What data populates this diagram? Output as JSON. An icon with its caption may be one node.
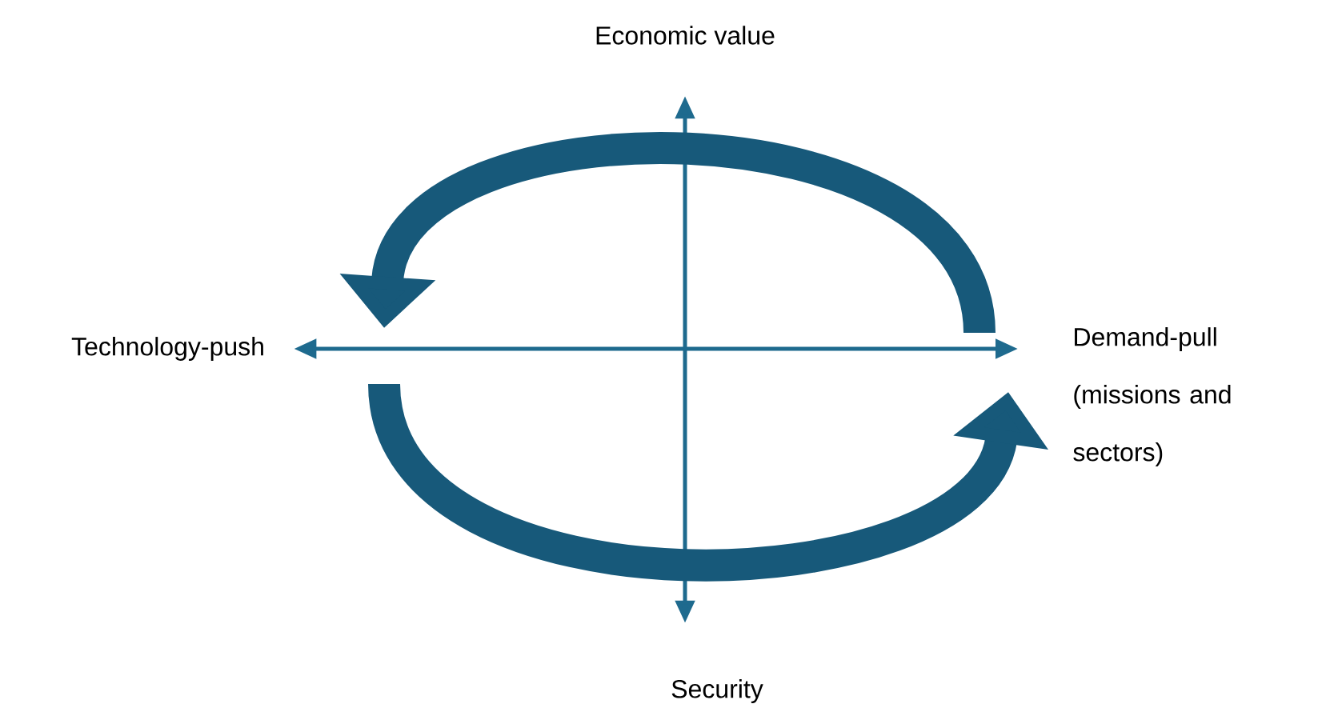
{
  "diagram": {
    "nodes": [
      {
        "text": [
          "Economic value"
        ]
      },
      {
        "text": [
          "Technology-push"
        ]
      },
      {
        "text": [
          "Demand-pull (missions and sectors)"
        ]
      },
      {
        "text": [
          "Security"
        ]
      }
    ],
    "edges": [
      {
        "from": 0,
        "to": 3,
        "arrow": "both"
      },
      {
        "from": 1,
        "to": 2,
        "arrow": "both"
      },
      {
        "from": 2,
        "to": 1,
        "arrow": "to",
        "style": "thick"
      },
      {
        "from": 1,
        "to": 2,
        "arrow": "to",
        "style": "thick"
      }
    ]
  }
}
